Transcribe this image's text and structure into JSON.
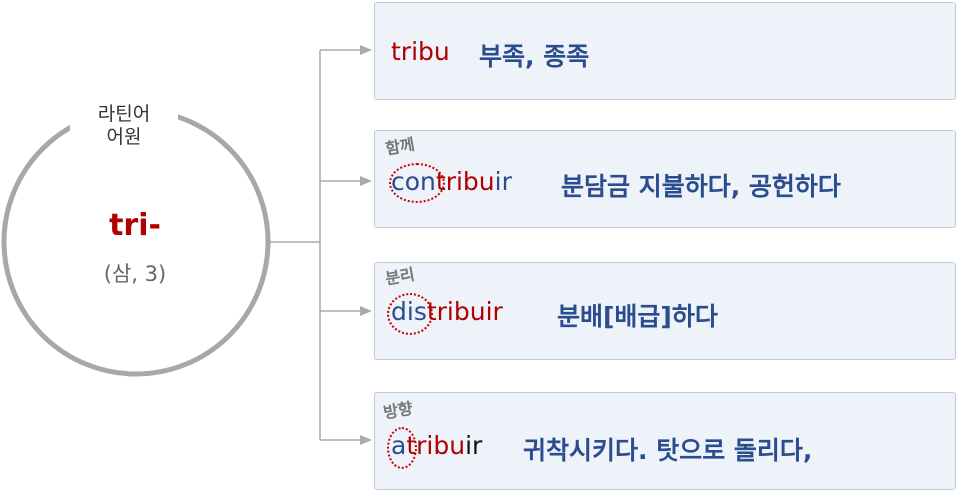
{
  "root": {
    "label": "라틴어\n어원",
    "label_line1": "라틴어",
    "label_line2": "어원",
    "word": "tri-",
    "meaning": "(삼, 3)"
  },
  "derivatives": [
    {
      "tag": "",
      "prefix": "",
      "root_part": "tribu",
      "suffix": "",
      "meaning": "부족, 종족"
    },
    {
      "tag": "함께",
      "prefix": "con",
      "root_part": "tribu",
      "suffix": "ir",
      "meaning": "분담금 지불하다, 공헌하다"
    },
    {
      "tag": "분리",
      "prefix": "dis",
      "root_part": "tribuir",
      "suffix": "",
      "meaning": "분배[배급]하다"
    },
    {
      "tag": "방향",
      "prefix": "a",
      "root_part": "tribu",
      "suffix": "ir",
      "meaning": "귀착시키다. 탓으로 돌리다,"
    }
  ],
  "colors": {
    "root_red": "#b00000",
    "word_blue": "#2a4d8f",
    "box_bg": "#eef2f9",
    "connector": "#aaaaaa"
  }
}
